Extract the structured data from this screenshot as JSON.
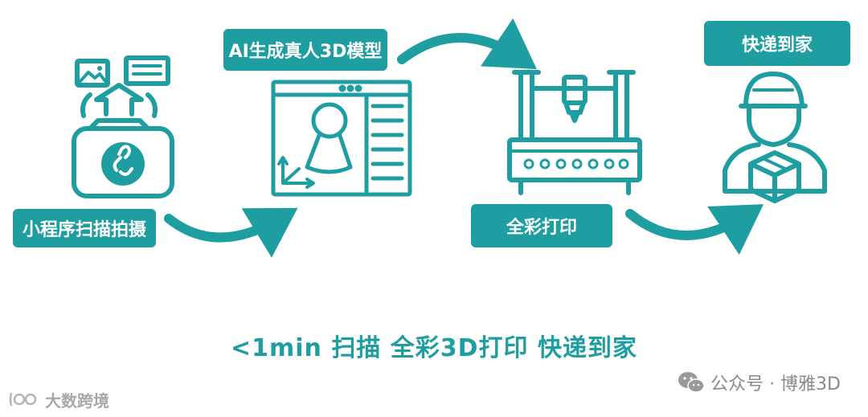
{
  "colors": {
    "teal": "#1f9ea1",
    "white": "#ffffff",
    "watermark": "#8a8a8a"
  },
  "steps": [
    {
      "label": "小程序扫描拍摄",
      "icon": "camera-icon"
    },
    {
      "label": "AI生成真人3D模型",
      "icon": "3d-software-window-icon"
    },
    {
      "label": "全彩打印",
      "icon": "3d-printer-icon"
    },
    {
      "label": "快递到家",
      "icon": "delivery-courier-icon"
    }
  ],
  "tagline": "<1min 扫描  全彩3D打印  快递到家",
  "watermark_right": "公众号 · 博雅3D",
  "watermark_left": "大数跨境"
}
